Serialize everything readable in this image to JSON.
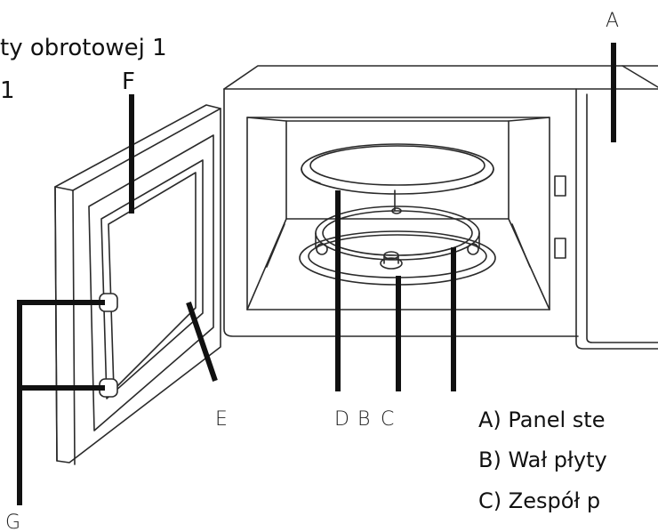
{
  "top_fragment": {
    "line1": "ty obrotowej   1",
    "line2": "1"
  },
  "callouts": {
    "A": "A",
    "B": "B",
    "C": "C",
    "D": "D",
    "E": "E",
    "F": "F",
    "G": "G"
  },
  "legend": [
    "A) Panel ste",
    "B) Wał płyty",
    "C) Zespół p"
  ]
}
